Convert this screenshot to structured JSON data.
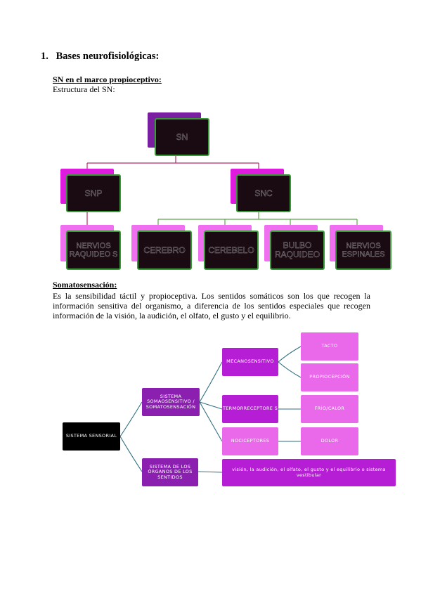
{
  "heading": {
    "number": "1.",
    "title": "Bases neurofisiológicas:"
  },
  "section1": {
    "subtitle": "SN en el marco propioceptivo:",
    "intro": "Estructura del SN:"
  },
  "org_chart": {
    "root": "SN",
    "level1": [
      "SNP",
      "SNC"
    ],
    "level2": [
      "NERVIOS RAQUIDEO S",
      "CEREBRO",
      "CEREBELO",
      "BULBO RAQUIDEO",
      "NERVIOS ESPINALES"
    ]
  },
  "section2": {
    "subtitle": "Somatosensación:",
    "paragraph": "Es la sensibilidad táctil y propioceptiva. Los sentidos somáticos son los que recogen la información sensitiva del organismo, a diferencia de los sentidos especiales que recogen información de la visión, la audición, el olfato, el gusto y el equilibrio."
  },
  "mind_map": {
    "root": "SISTEMA SENSORIAL",
    "branch_a": "SISTEMA SOMAOSENSITIVO / SOMATOSENSACIÓN",
    "branch_b": "SISTEMA DE LOS ÓRGANOS DE LOS SENTIDOS",
    "a_children": [
      "MECANOSENSITIVO",
      "TERMORRECEPTORE S",
      "NOCICEPTORES"
    ],
    "mecano_children": [
      "TACTO",
      "PROPIOCEPCIÓN"
    ],
    "termo_child": "FRÍO/CALOR",
    "noci_child": "DOLOR",
    "b_child": "visión, la audición, el olfato, el gusto y el equilibrio o sistema vestibular"
  },
  "colors": {
    "connector_org": "#b02a6a",
    "connector_org_green": "#5aa84a",
    "connector_map": "#2e6f7f"
  }
}
